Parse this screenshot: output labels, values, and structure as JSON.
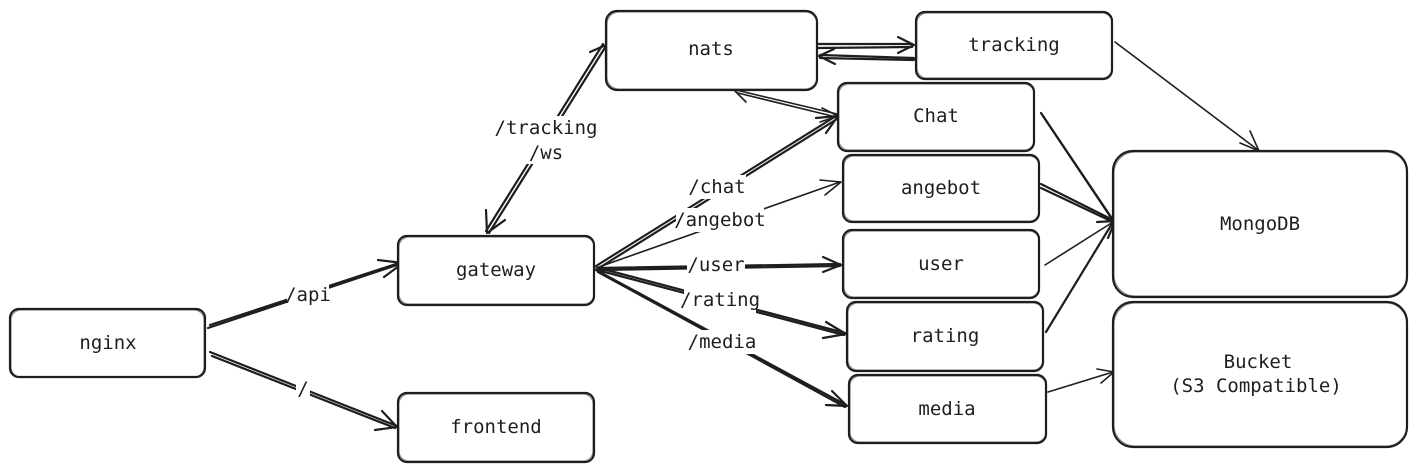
{
  "nodes": {
    "nginx": "nginx",
    "gateway": "gateway",
    "frontend": "frontend",
    "nats": "nats",
    "tracking": "tracking",
    "chat": "Chat",
    "angebot": "angebot",
    "user": "user",
    "rating": "rating",
    "media": "media",
    "mongodb": "MongoDB",
    "bucket_line1": "Bucket",
    "bucket_line2": "(S3 Compatible)"
  },
  "edges": {
    "api": "/api",
    "root": "/",
    "tracking_line1": "/tracking",
    "tracking_line2": "/ws",
    "chat": "/chat",
    "angebot": "/angebot",
    "user": "/user",
    "rating": "/rating",
    "media": "/media"
  }
}
